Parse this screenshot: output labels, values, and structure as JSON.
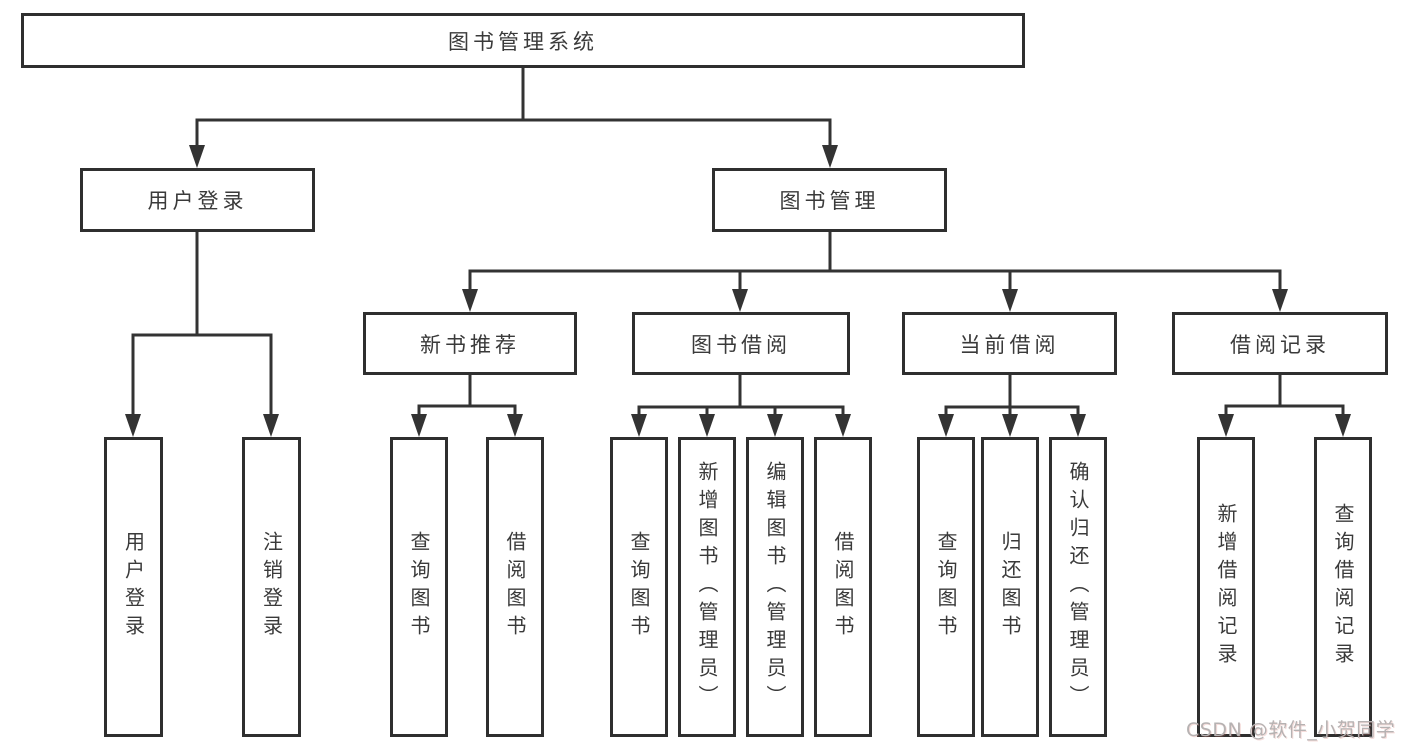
{
  "diagram": {
    "root": {
      "label": "图书管理系统"
    },
    "level2": [
      {
        "label": "用户登录",
        "children": [
          {
            "label": "用户登录"
          },
          {
            "label": "注销登录"
          }
        ]
      },
      {
        "label": "图书管理",
        "children": [
          {
            "label": "新书推荐",
            "children": [
              {
                "label": "查询图书"
              },
              {
                "label": "借阅图书"
              }
            ]
          },
          {
            "label": "图书借阅",
            "children": [
              {
                "label": "查询图书"
              },
              {
                "label": "新增图书（管理员）"
              },
              {
                "label": "编辑图书（管理员）"
              },
              {
                "label": "借阅图书"
              }
            ]
          },
          {
            "label": "当前借阅",
            "children": [
              {
                "label": "查询图书"
              },
              {
                "label": "归还图书"
              },
              {
                "label": "确认归还（管理员）"
              }
            ]
          },
          {
            "label": "借阅记录",
            "children": [
              {
                "label": "新增借阅记录"
              },
              {
                "label": "查询借阅记录"
              }
            ]
          }
        ]
      }
    ]
  },
  "watermark": {
    "text": "CSDN @软件_小贺同学"
  },
  "colors": {
    "line": "#333333",
    "box_border": "#2f2f2f",
    "text": "#3a3a3a",
    "background": "#ffffff",
    "watermark": "#b6b2b2"
  }
}
